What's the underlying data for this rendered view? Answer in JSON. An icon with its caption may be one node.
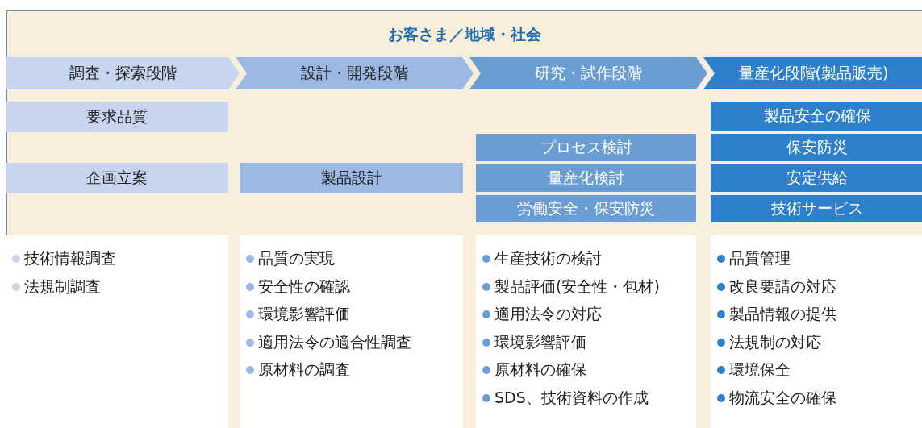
{
  "diagram": {
    "nodes": [
      {
        "text": [
          "お客さま／地域・社会"
        ]
      },
      {
        "text": [
          "調査・探索段階"
        ],
        "in": 0
      },
      {
        "text": [
          "設計・開発段階"
        ],
        "in": 0
      },
      {
        "text": [
          "研究・試作段階"
        ],
        "in": 0
      },
      {
        "text": [
          "量産化段階(製品販売)"
        ],
        "in": 0
      },
      {
        "text": [
          "要求品質"
        ],
        "in": 0
      },
      {
        "text": [
          "企画立案"
        ],
        "in": 0
      },
      {
        "text": [
          "製品設計"
        ],
        "in": 0
      },
      {
        "text": [
          "プロセス検討"
        ],
        "in": 0
      },
      {
        "text": [
          "量産化検討"
        ],
        "in": 0
      },
      {
        "text": [
          "労働安全・保安防災"
        ],
        "in": 0
      },
      {
        "text": [
          "製品安全の確保"
        ],
        "in": 0
      },
      {
        "text": [
          "保安防災"
        ],
        "in": 0
      },
      {
        "text": [
          "安定供給"
        ],
        "in": 0
      },
      {
        "text": [
          "技術サービス"
        ],
        "in": 0
      },
      {
        "text": [
          "技術情報調査",
          "法規制調査"
        ],
        "in": 0
      },
      {
        "text": [
          "品質の実現",
          "安全性の確認",
          "環境影響評価",
          "適用法令の適合性調査",
          "原材料の調査"
        ],
        "in": 0
      },
      {
        "text": [
          "生産技術の検討",
          "製品評価(安全性・包材)",
          "適用法令の対応",
          "環境影響評価",
          "原材料の確保",
          "SDS、技術資料の作成"
        ],
        "in": 0
      },
      {
        "text": [
          "品質管理",
          "改良要請の対応",
          "製品情報の提供",
          "法規制の対応",
          "環境保全",
          "物流安全の確保"
        ],
        "in": 0
      }
    ]
  }
}
